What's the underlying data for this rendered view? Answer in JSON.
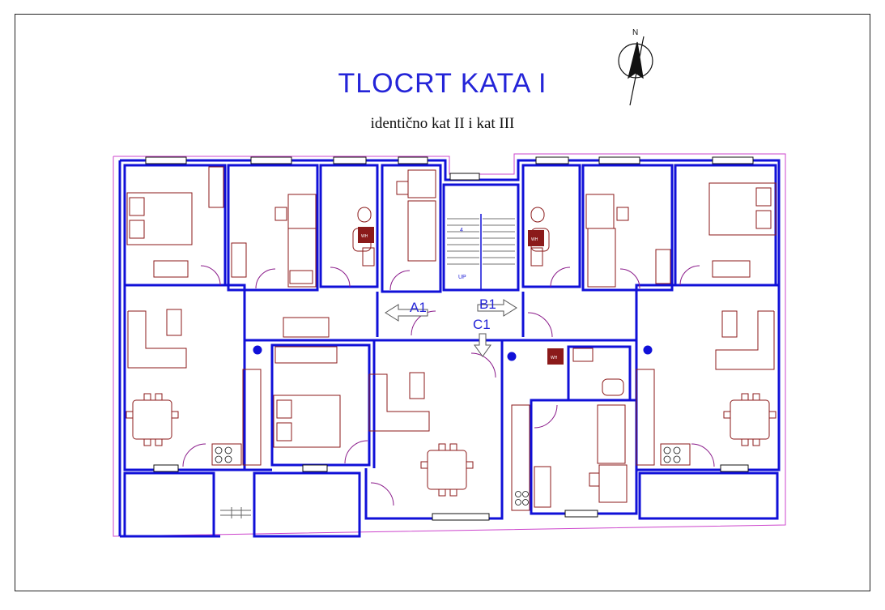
{
  "drawing": {
    "title": "TLOCRT KATA I",
    "subtitle": "identično kat II  i  kat III",
    "north_label": "N",
    "unit_labels": {
      "a": "A1",
      "b": "B1",
      "c": "C1"
    },
    "stair_number": "4",
    "stair_up": "UP",
    "appliance_label": "WH"
  },
  "colors": {
    "walls": "#1010d8",
    "furniture": "#8b1a1a",
    "doors": "#8a1a8a",
    "outline": "#cc44cc",
    "title": "#2424d8"
  }
}
